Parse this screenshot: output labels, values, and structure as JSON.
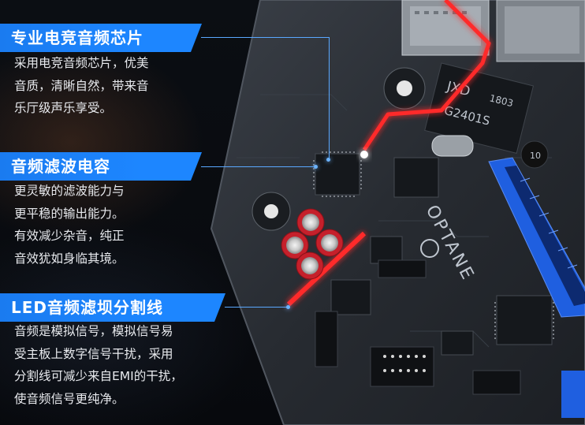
{
  "features": [
    {
      "title": "专业电竞音频芯片",
      "description": "采用电竞音频芯片，优美\n音质，清晰自然，带来音\n乐厅级声乐享受。"
    },
    {
      "title": "音频滤波电容",
      "description": "更灵敏的滤波能力与\n更平稳的输出能力。\n有效减少杂音，纯正\n音效犹如身临其境。"
    },
    {
      "title": "LED音频滤坝分割线",
      "description": "音频是模拟信号，模拟信号易\n受主板上数字信号干扰，采用\n分割线可减少来自EMI的干扰，\n使音频信号更纯净。"
    }
  ],
  "board_markings": {
    "chip_brand": "JXD",
    "chip_code": "1803",
    "chip_model": "G2401S",
    "optane": "OPTANE",
    "capacitor_value": "10"
  },
  "colors": {
    "accent_blue": "#1d86ff",
    "led_red": "#ff2a2a",
    "pcie_blue": "#1f5fe0",
    "pcb": "#2a2e35"
  }
}
